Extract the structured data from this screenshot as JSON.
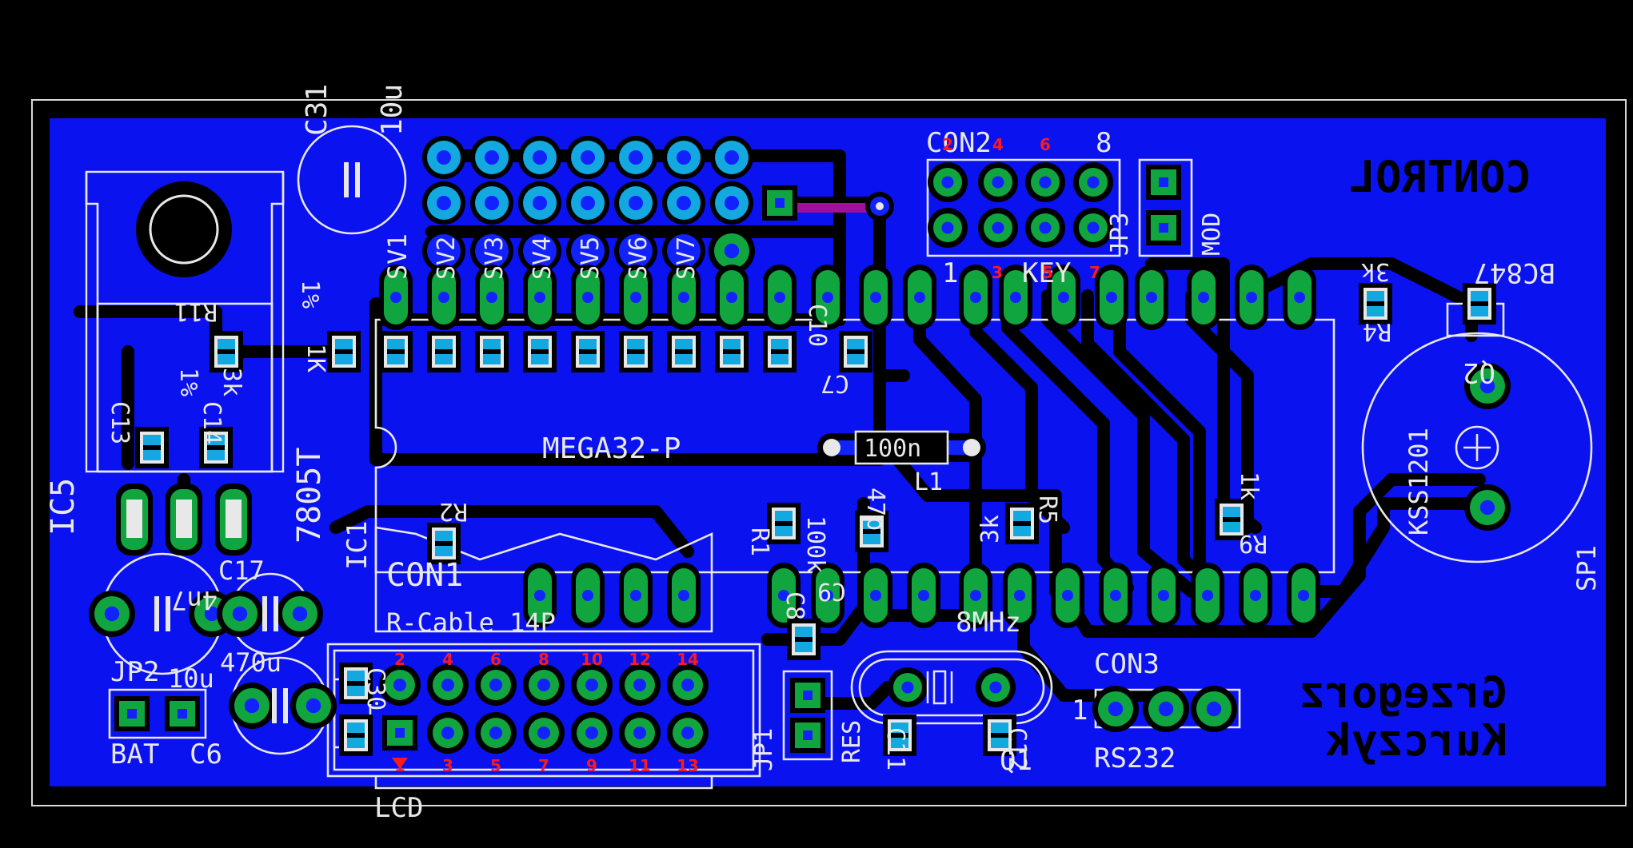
{
  "board": {
    "colors": {
      "background": "#000000",
      "copper": "#0a12f0",
      "pad": "#11a53f",
      "silk": "#e8e8e8",
      "pin_numbers": "#ff1a1a",
      "jumper": "#a0109a"
    },
    "labels": {
      "c31": "C31",
      "c31_val": "10u",
      "sv1": "SV1",
      "sv2": "SV2",
      "sv3": "SV3",
      "sv4": "SV4",
      "sv5": "SV5",
      "sv6": "SV6",
      "sv7": "SV7",
      "pct": "1%",
      "r11": "R11",
      "r11_val": "3k",
      "r11_pct": "1%",
      "c13": "C13",
      "c14": "C14",
      "ic5": "IC5",
      "reg": "7805T",
      "one_k": "1K",
      "mega": "MEGA32-P",
      "ic1": "IC1",
      "c10": "C10",
      "c7": "C7",
      "l1_val": "100n",
      "l1": "L1",
      "r2": "R2",
      "con1": "CON1",
      "rcable": "R-Cable 14P",
      "r1": "R1",
      "r1_val": "100k",
      "c9": "C9",
      "c9_val": "47p",
      "r5_val": "3k",
      "r5": "R5",
      "r9_val": "1k",
      "r9": "R9",
      "c17": "C17",
      "c17_val": "4n7",
      "val_470u": "470u",
      "val_10u": "10u",
      "jp2": "JP2",
      "bat": "BAT",
      "c6": "C6",
      "c30": "C30",
      "lcd": "LCD",
      "c8": "C8",
      "jp1": "JP1",
      "res": "RES",
      "crystal": "8MHz",
      "c11": "C11",
      "c12": "C12",
      "q1": "Q1",
      "con3": "CON3",
      "rs232": "RS232",
      "con3_pin1": "1",
      "con2": "CON2",
      "key_pin1": "1",
      "key_pin8": "8",
      "key": "KEY",
      "jp3": "JP3",
      "mod": "MOD",
      "control": "CONTROL",
      "r4_val": "3k",
      "r4": "R4",
      "bc847": "BC847",
      "q2": "Q2",
      "kss": "KSS1201",
      "plus": "⊕",
      "sp1": "SP1",
      "author1": "Grzegorz",
      "author2": "Kurczyk"
    },
    "lcd_top_pins": [
      "2",
      "4",
      "6",
      "8",
      "10",
      "12",
      "14"
    ],
    "lcd_bottom_pins": [
      "1",
      "3",
      "5",
      "7",
      "9",
      "11",
      "13"
    ],
    "key_top_pins": [
      "2",
      "4",
      "6"
    ],
    "key_bottom_pins": [
      "3",
      "5",
      "7"
    ],
    "key_red_pins": [
      "2",
      "4",
      "6",
      "3",
      "5",
      "7"
    ]
  }
}
